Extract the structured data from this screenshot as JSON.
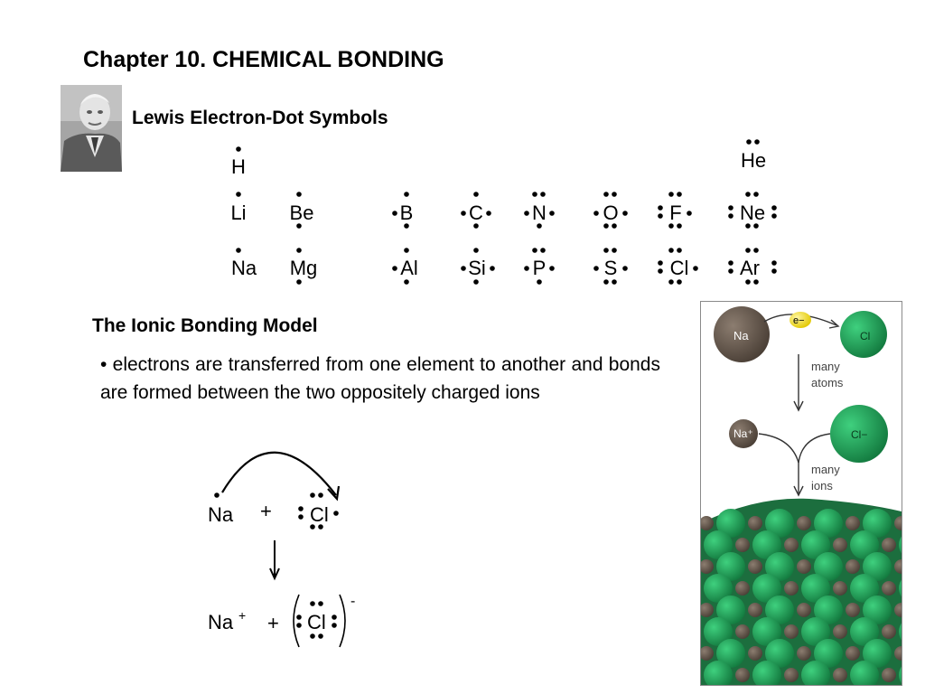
{
  "slide": {
    "title": "Chapter 10.  CHEMICAL BONDING",
    "subtitle": "Lewis Electron-Dot Symbols",
    "section_heading": "The Ionic Bonding Model",
    "bullet_marker": "•",
    "bullet_text": "electrons are transferred from one element to another and bonds are formed between the two oppositely charged ions"
  },
  "lewis_table": {
    "H": "H",
    "He": "He",
    "Li": "Li",
    "Be": "Be",
    "B": "B",
    "C": "C",
    "N": "N",
    "O": "O",
    "F": "F",
    "Ne": "Ne",
    "Na": "Na",
    "Mg": "Mg",
    "Al": "Al",
    "Si": "Si",
    "P": "P",
    "S": "S",
    "Cl": "Cl",
    "Ar": "Ar"
  },
  "equation": {
    "reactant_na": "Na",
    "plus1": "+",
    "reactant_cl": "Cl",
    "product_na": "Na",
    "product_na_charge": "+",
    "plus2": "+",
    "product_cl": "Cl",
    "product_cl_charge": "-"
  },
  "figure": {
    "atom_na": "Na",
    "electron": "e−",
    "atom_cl": "Cl",
    "step1_line1": "many",
    "step1_line2": "atoms",
    "ion_na": "Na⁺",
    "ion_cl": "Cl−",
    "step2_line1": "many",
    "step2_line2": "ions",
    "colors": {
      "sodium": "#5f5248",
      "chlorine": "#1e9e55",
      "electron": "#f3e11a",
      "lattice_bg": "#1c6e3e"
    }
  }
}
